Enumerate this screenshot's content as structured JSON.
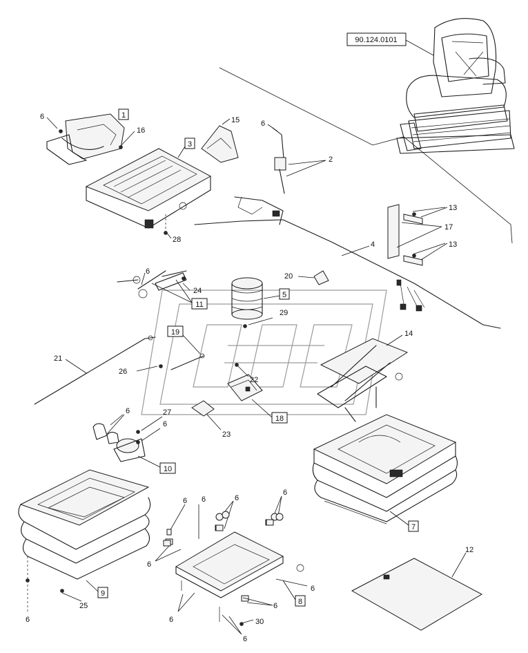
{
  "reference": "90.124.0101",
  "callouts": [
    {
      "id": "c6a",
      "text": "6"
    },
    {
      "id": "c16",
      "text": "16"
    },
    {
      "id": "c15",
      "text": "15"
    },
    {
      "id": "c6b",
      "text": "6"
    },
    {
      "id": "c2",
      "text": "2"
    },
    {
      "id": "c13a",
      "text": "13"
    },
    {
      "id": "c17",
      "text": "17"
    },
    {
      "id": "c13b",
      "text": "13"
    },
    {
      "id": "c28",
      "text": "28"
    },
    {
      "id": "c4",
      "text": "4"
    },
    {
      "id": "c20",
      "text": "20"
    },
    {
      "id": "c6c",
      "text": "6"
    },
    {
      "id": "c24",
      "text": "24"
    },
    {
      "id": "c29",
      "text": "29"
    },
    {
      "id": "c14",
      "text": "14"
    },
    {
      "id": "c21",
      "text": "21"
    },
    {
      "id": "c26",
      "text": "26"
    },
    {
      "id": "c22",
      "text": "22"
    },
    {
      "id": "c6d",
      "text": "6"
    },
    {
      "id": "c27",
      "text": "27"
    },
    {
      "id": "c6e",
      "text": "6"
    },
    {
      "id": "c23",
      "text": "23"
    },
    {
      "id": "c6f",
      "text": "6"
    },
    {
      "id": "c6g",
      "text": "6"
    },
    {
      "id": "c6h",
      "text": "6"
    },
    {
      "id": "c12",
      "text": "12"
    },
    {
      "id": "c6i",
      "text": "6"
    },
    {
      "id": "c25",
      "text": "25"
    },
    {
      "id": "c6j",
      "text": "6"
    },
    {
      "id": "c6k",
      "text": "6"
    },
    {
      "id": "c6l",
      "text": "6"
    },
    {
      "id": "c6m",
      "text": "6"
    },
    {
      "id": "c30",
      "text": "30"
    },
    {
      "id": "c6n",
      "text": "6"
    },
    {
      "id": "c6o",
      "text": "6"
    }
  ],
  "boxed": [
    {
      "id": "b1",
      "text": "1"
    },
    {
      "id": "b3",
      "text": "3"
    },
    {
      "id": "b5",
      "text": "5"
    },
    {
      "id": "b11",
      "text": "11"
    },
    {
      "id": "b19",
      "text": "19"
    },
    {
      "id": "b18",
      "text": "18"
    },
    {
      "id": "b10",
      "text": "10"
    },
    {
      "id": "b7",
      "text": "7"
    },
    {
      "id": "b9",
      "text": "9"
    },
    {
      "id": "b8",
      "text": "8"
    }
  ]
}
